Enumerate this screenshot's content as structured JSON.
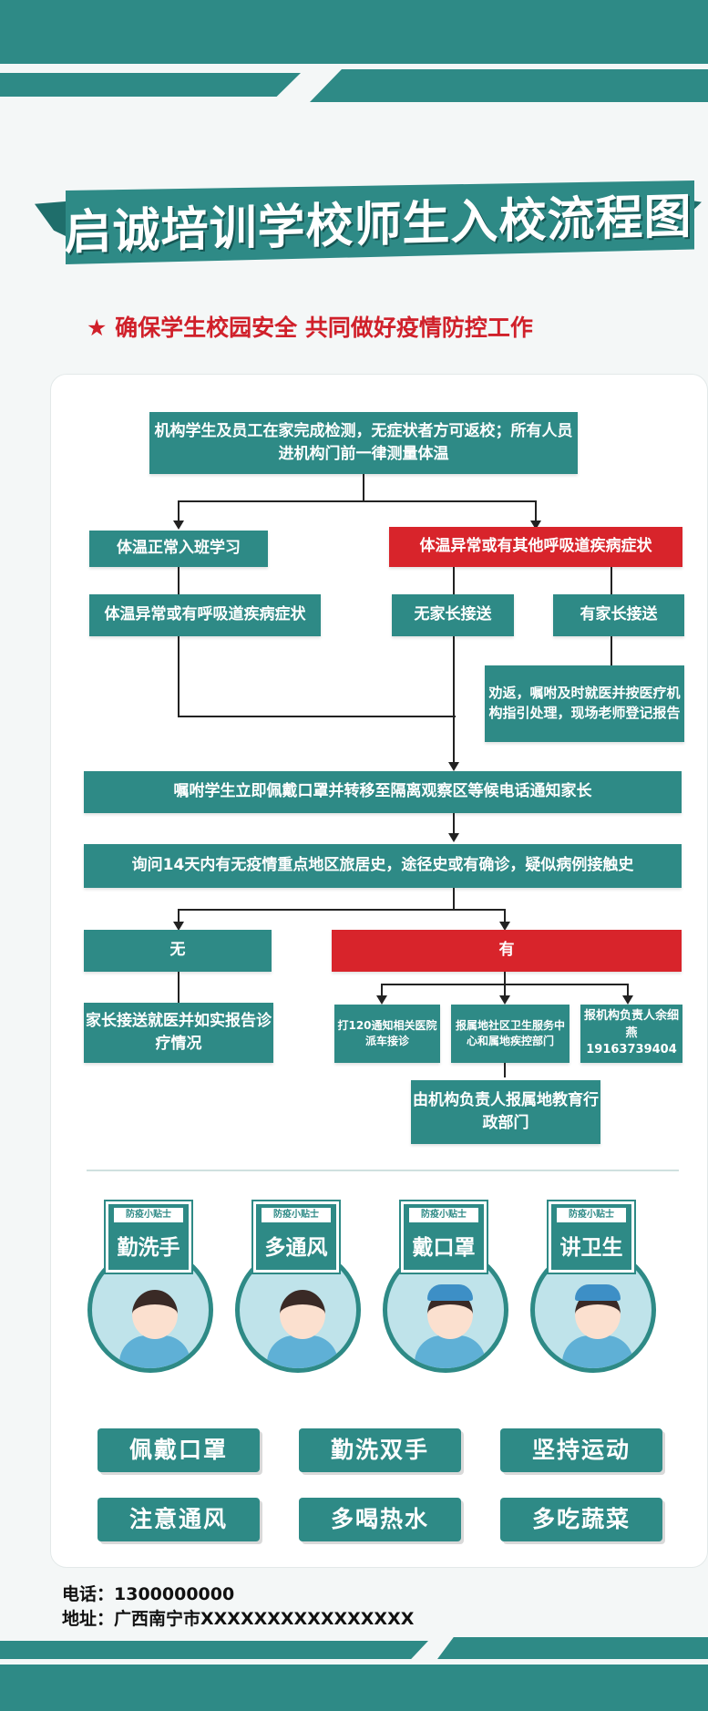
{
  "title": "启诚培训学校师生入校流程图",
  "subtitle": "★ 确保学生校园安全 共同做好疫情防控工作",
  "flow": {
    "step1": "机构学生及员工在家完成检测，无症状者方可返校；所有人员进机构门前一律测量体温",
    "normal_temp": "体温正常入班学习",
    "abnormal_temp": "体温异常或有其他呼吸道疾病症状",
    "normal_then_symptom": "体温异常或有呼吸道疾病症状",
    "no_parent": "无家长接送",
    "has_parent": "有家长接送",
    "advise": "劝返，嘱咐及时就医并按医疗机构指引处理，现场老师登记报告",
    "isolate": "嘱咐学生立即佩戴口罩并转移至隔离观察区等候电话通知家长",
    "ask_history": "询问14天内有无疫情重点地区旅居史，途径史或有确诊，疑似病例接触史",
    "no": "无",
    "yes": "有",
    "no_action": "家长接送就医并如实报告诊疗情况",
    "call_120": "打120通知相关医院派车接诊",
    "report_center": "报属地社区卫生服务中心和属地疾控部门",
    "report_person": "报机构负责人余细燕19163739404",
    "report_edu": "由机构负责人报属地教育行政部门"
  },
  "tips": [
    {
      "tag": "防疫小贴士",
      "label": "勤洗手"
    },
    {
      "tag": "防疫小贴士",
      "label": "多通风"
    },
    {
      "tag": "防疫小贴士",
      "label": "戴口罩"
    },
    {
      "tag": "防疫小贴士",
      "label": "讲卫生"
    }
  ],
  "pills": [
    "佩戴口罩",
    "勤洗双手",
    "坚持运动",
    "注意通风",
    "多喝热水",
    "多吃蔬菜"
  ],
  "contact": {
    "phone": "电话：1300000000",
    "address": "地址：广西南宁市XXXXXXXXXXXXXXXX"
  }
}
